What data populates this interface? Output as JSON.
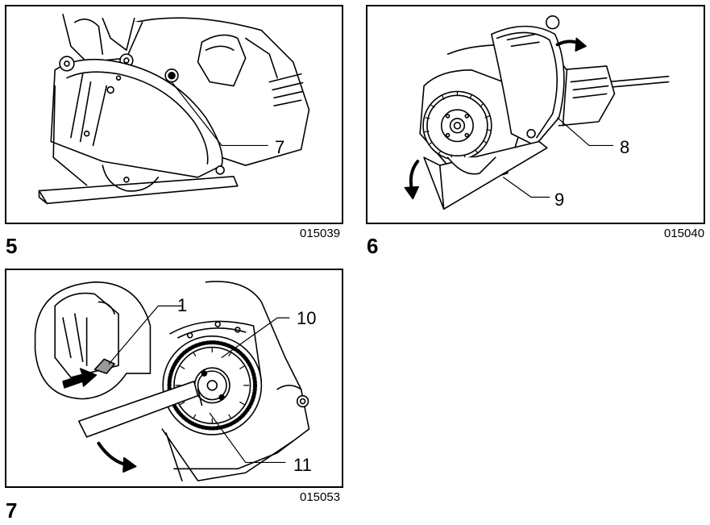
{
  "figures": [
    {
      "number": "5",
      "code": "015039",
      "callouts": [
        "7"
      ]
    },
    {
      "number": "6",
      "code": "015040",
      "callouts": [
        "8",
        "9"
      ]
    },
    {
      "number": "7",
      "code": "015053",
      "callouts": [
        "1",
        "10",
        "11"
      ]
    }
  ]
}
